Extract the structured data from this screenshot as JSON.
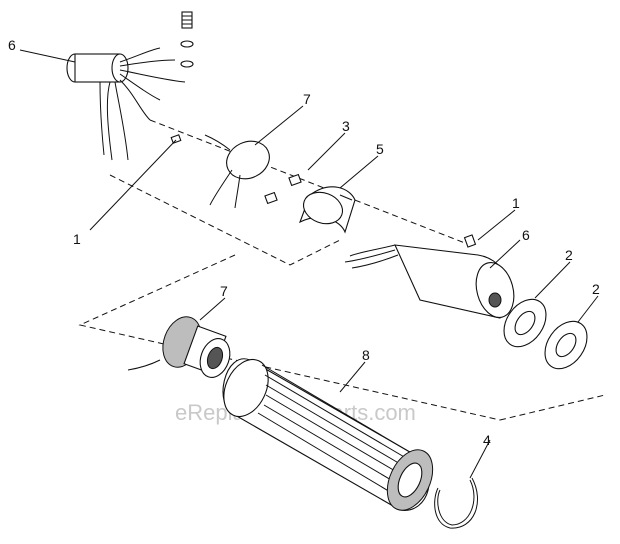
{
  "callouts": {
    "c6a": "6",
    "c7a": "7",
    "c3": "3",
    "c5": "5",
    "c1a": "1",
    "c1b": "1",
    "c6b": "6",
    "c2a": "2",
    "c2b": "2",
    "c7b": "7",
    "c8": "8",
    "c4": "4"
  },
  "watermark": "eReplacementParts.com"
}
